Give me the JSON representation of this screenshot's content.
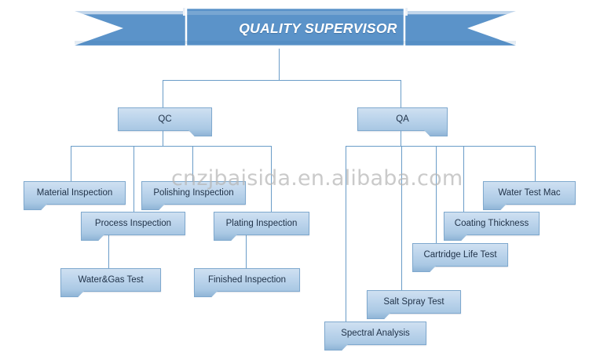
{
  "banner": {
    "title": "QUALITY SUPERVISOR",
    "fill": "#5b93c9",
    "text_color": "#ffffff"
  },
  "watermark": {
    "text": "cnzjbaisida.en.alibaba.com",
    "color": "#b6b6b6"
  },
  "theme": {
    "node_fill_top": "#cfe0f1",
    "node_fill_bottom": "#a8c7e3",
    "node_border": "#7fa9ce",
    "connector": "#6a9cc8",
    "node_text": "#1f3147",
    "background": "#ffffff"
  },
  "chart_data": {
    "type": "diagram",
    "diagram_kind": "organization-chart",
    "title": "QUALITY SUPERVISOR",
    "root": "QUALITY SUPERVISOR",
    "branches": [
      {
        "name": "QC",
        "children": [
          "Material Inspection",
          "Process Inspection",
          "Water&Gas Test",
          "Polishing Inspection",
          "Plating Inspection",
          "Finished Inspection"
        ]
      },
      {
        "name": "QA",
        "children": [
          "Spectral Analysis",
          "Salt Spray Test",
          "Cartridge Life Test",
          "Coating Thickness",
          "Water Test Mac"
        ]
      }
    ]
  },
  "nodes": {
    "qc": "QC",
    "qa": "QA",
    "material_inspection": "Material Inspection",
    "process_inspection": "Process Inspection",
    "water_gas_test": "Water&Gas Test",
    "polishing_inspection": "Polishing Inspection",
    "plating_inspection": "Plating Inspection",
    "finished_inspection": "Finished Inspection",
    "spectral_analysis": "Spectral Analysis",
    "salt_spray_test": "Salt Spray Test",
    "cartridge_life_test": "Cartridge Life Test",
    "coating_thickness": "Coating Thickness",
    "water_test_mac": "Water Test Mac"
  }
}
